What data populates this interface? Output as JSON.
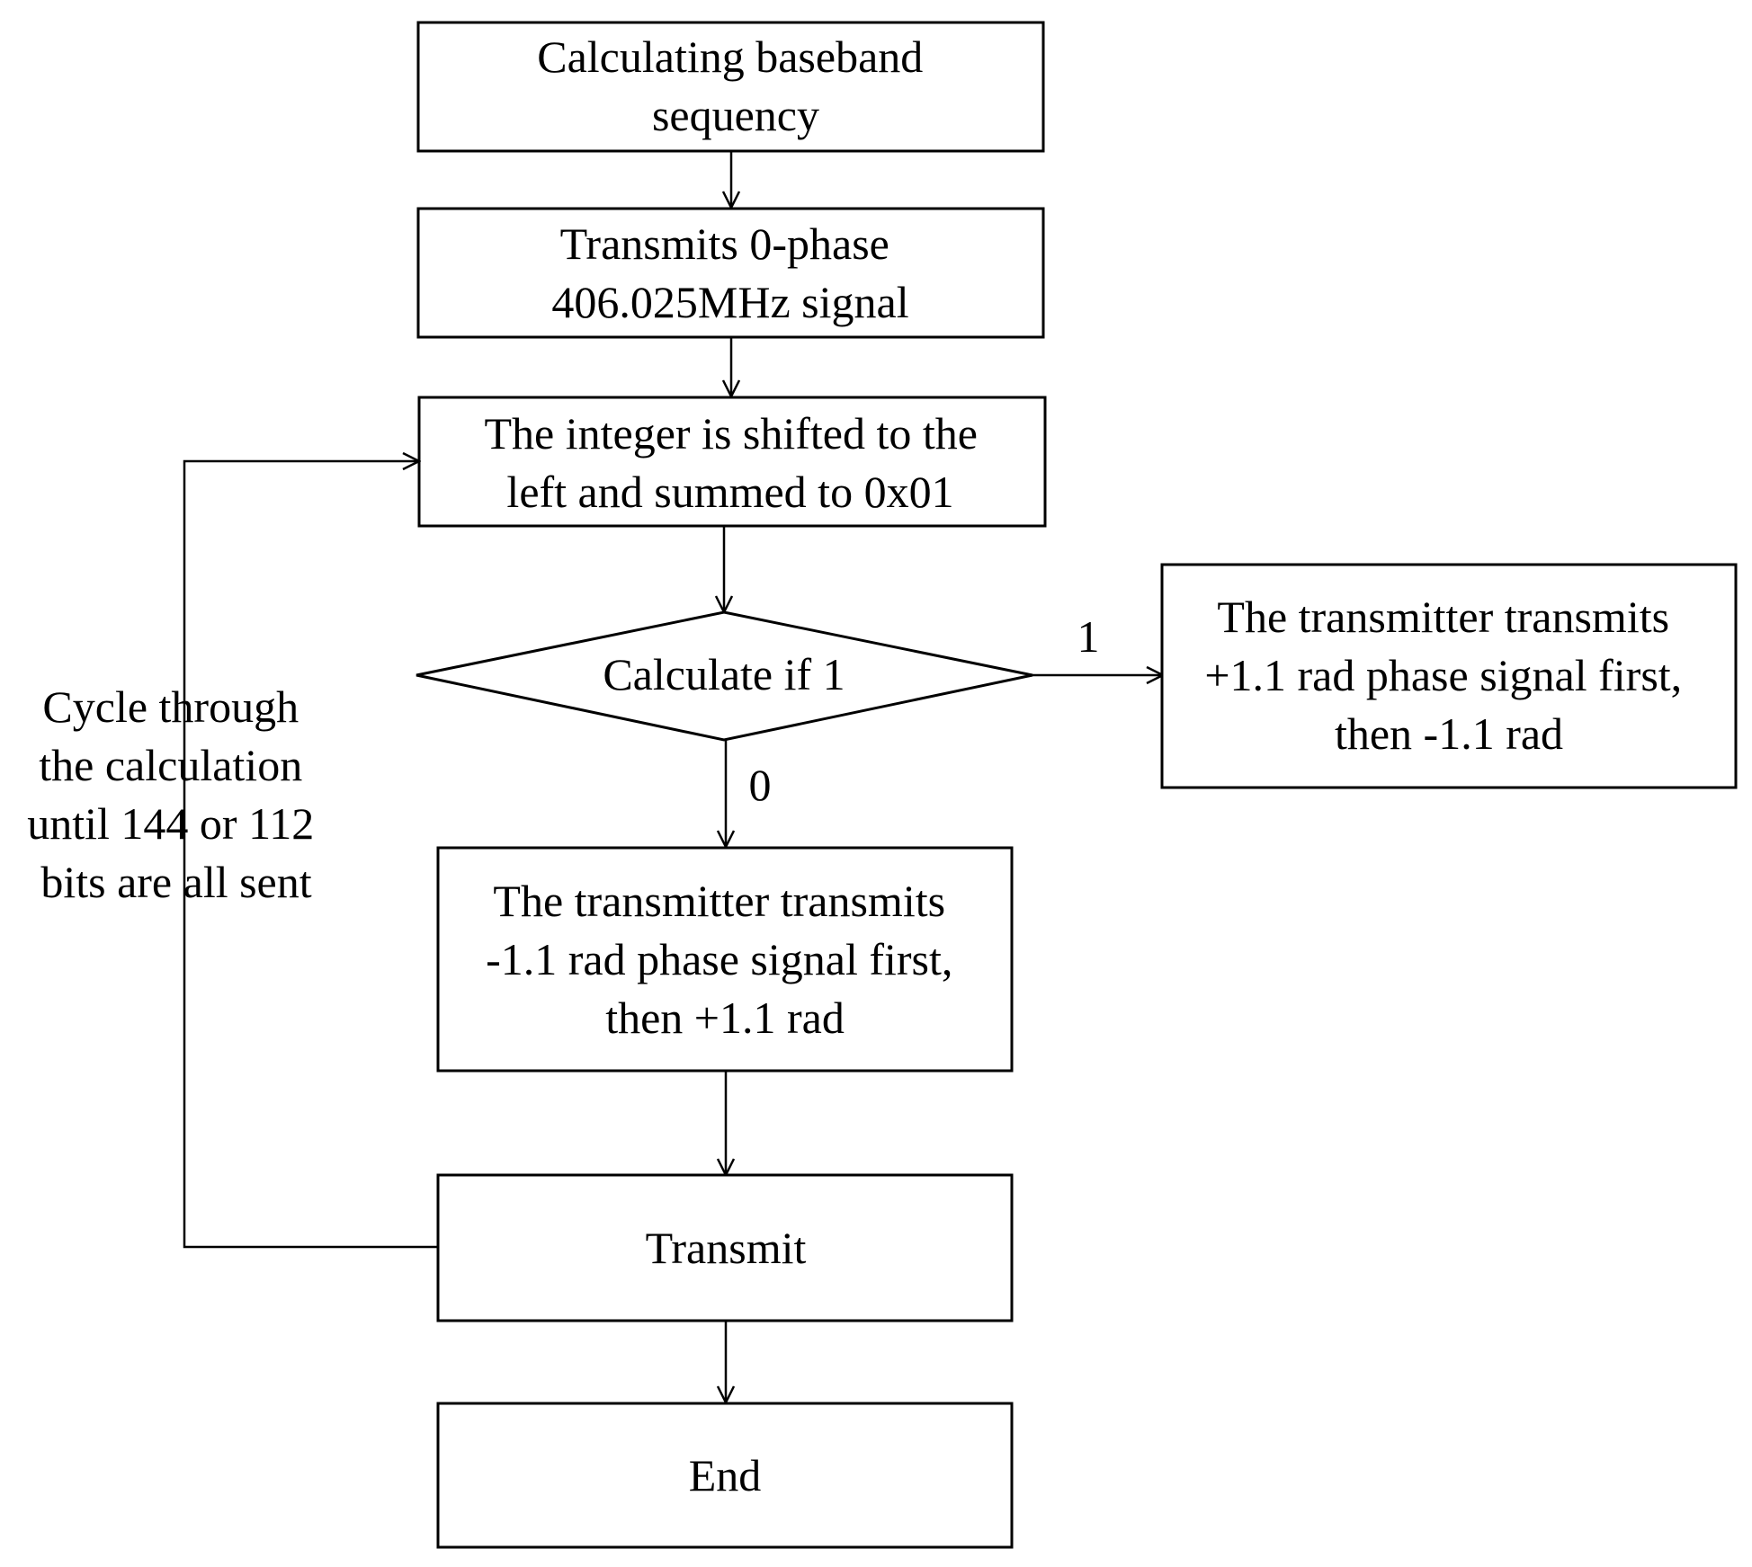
{
  "nodes": {
    "calc_baseband": {
      "lines": [
        "Calculating baseband",
        "sequency"
      ]
    },
    "transmit_zero_phase": {
      "lines": [
        "Transmits 0-phase",
        "406.025MHz signal"
      ]
    },
    "shift_integer": {
      "lines": [
        "The integer is shifted to the",
        "left and summed to 0x01"
      ]
    },
    "decision": {
      "lines": [
        "Calculate if 1"
      ]
    },
    "branch_one_box": {
      "lines": [
        "The transmitter transmits",
        "+1.1 rad phase signal first,",
        "then -1.1 rad"
      ]
    },
    "branch_zero_box": {
      "lines": [
        "The transmitter transmits",
        "-1.1 rad phase signal first,",
        "then +1.1 rad"
      ]
    },
    "transmit": {
      "lines": [
        "Transmit"
      ]
    },
    "end": {
      "lines": [
        "End"
      ]
    }
  },
  "edge_labels": {
    "one": "1",
    "zero": "0"
  },
  "loop_note": {
    "lines": [
      "Cycle through",
      "the calculation",
      "until 144 or 112",
      "bits are all sent"
    ]
  }
}
